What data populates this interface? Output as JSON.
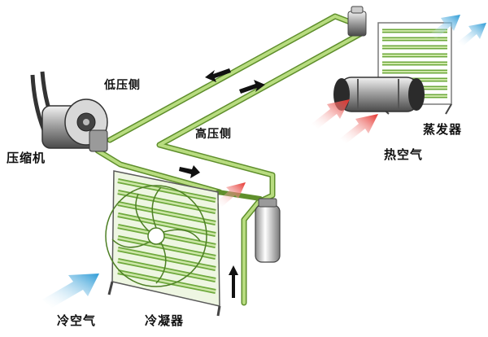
{
  "labels": {
    "compressor": "压缩机",
    "low_pressure_side": "低压侧",
    "high_pressure_side": "高压侧",
    "evaporator": "蒸发器",
    "hot_air": "热空气",
    "cold_air": "冷空气",
    "condenser": "冷凝器"
  },
  "colors": {
    "pipe": "#a9d06a",
    "pipe_dark": "#5f8f2c",
    "coil": "#6ea93c",
    "coil_light": "#cde7a8",
    "hot_arrow": "#e5302a",
    "cold_arrow": "#2a9ad6",
    "metal": "#8c8c8c",
    "flow_arrow": "#111111"
  },
  "icons": {
    "flow": "flow-arrow-icon",
    "hot_air": "hot-air-arrow-icon",
    "cold_air": "cold-air-arrow-icon",
    "fan": "fan-icon"
  }
}
